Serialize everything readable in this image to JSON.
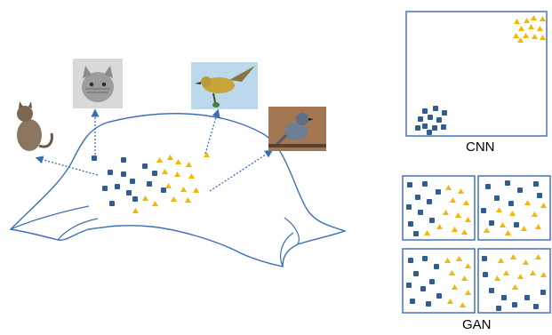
{
  "labels": {
    "cnn": "CNN",
    "gan": "GAN"
  },
  "colors": {
    "square": "#2f5d8f",
    "triangle": "#f5b800",
    "outline": "#3b6fb5",
    "frame": "#4472c4",
    "background": "#ffffff"
  },
  "images": [
    {
      "name": "tabby-cat-photo",
      "subject": "cat"
    },
    {
      "name": "silver-tabby-cat-photo",
      "subject": "cat"
    },
    {
      "name": "flying-bird-photo",
      "subject": "bird"
    },
    {
      "name": "perched-bird-photo",
      "subject": "bird"
    }
  ]
}
